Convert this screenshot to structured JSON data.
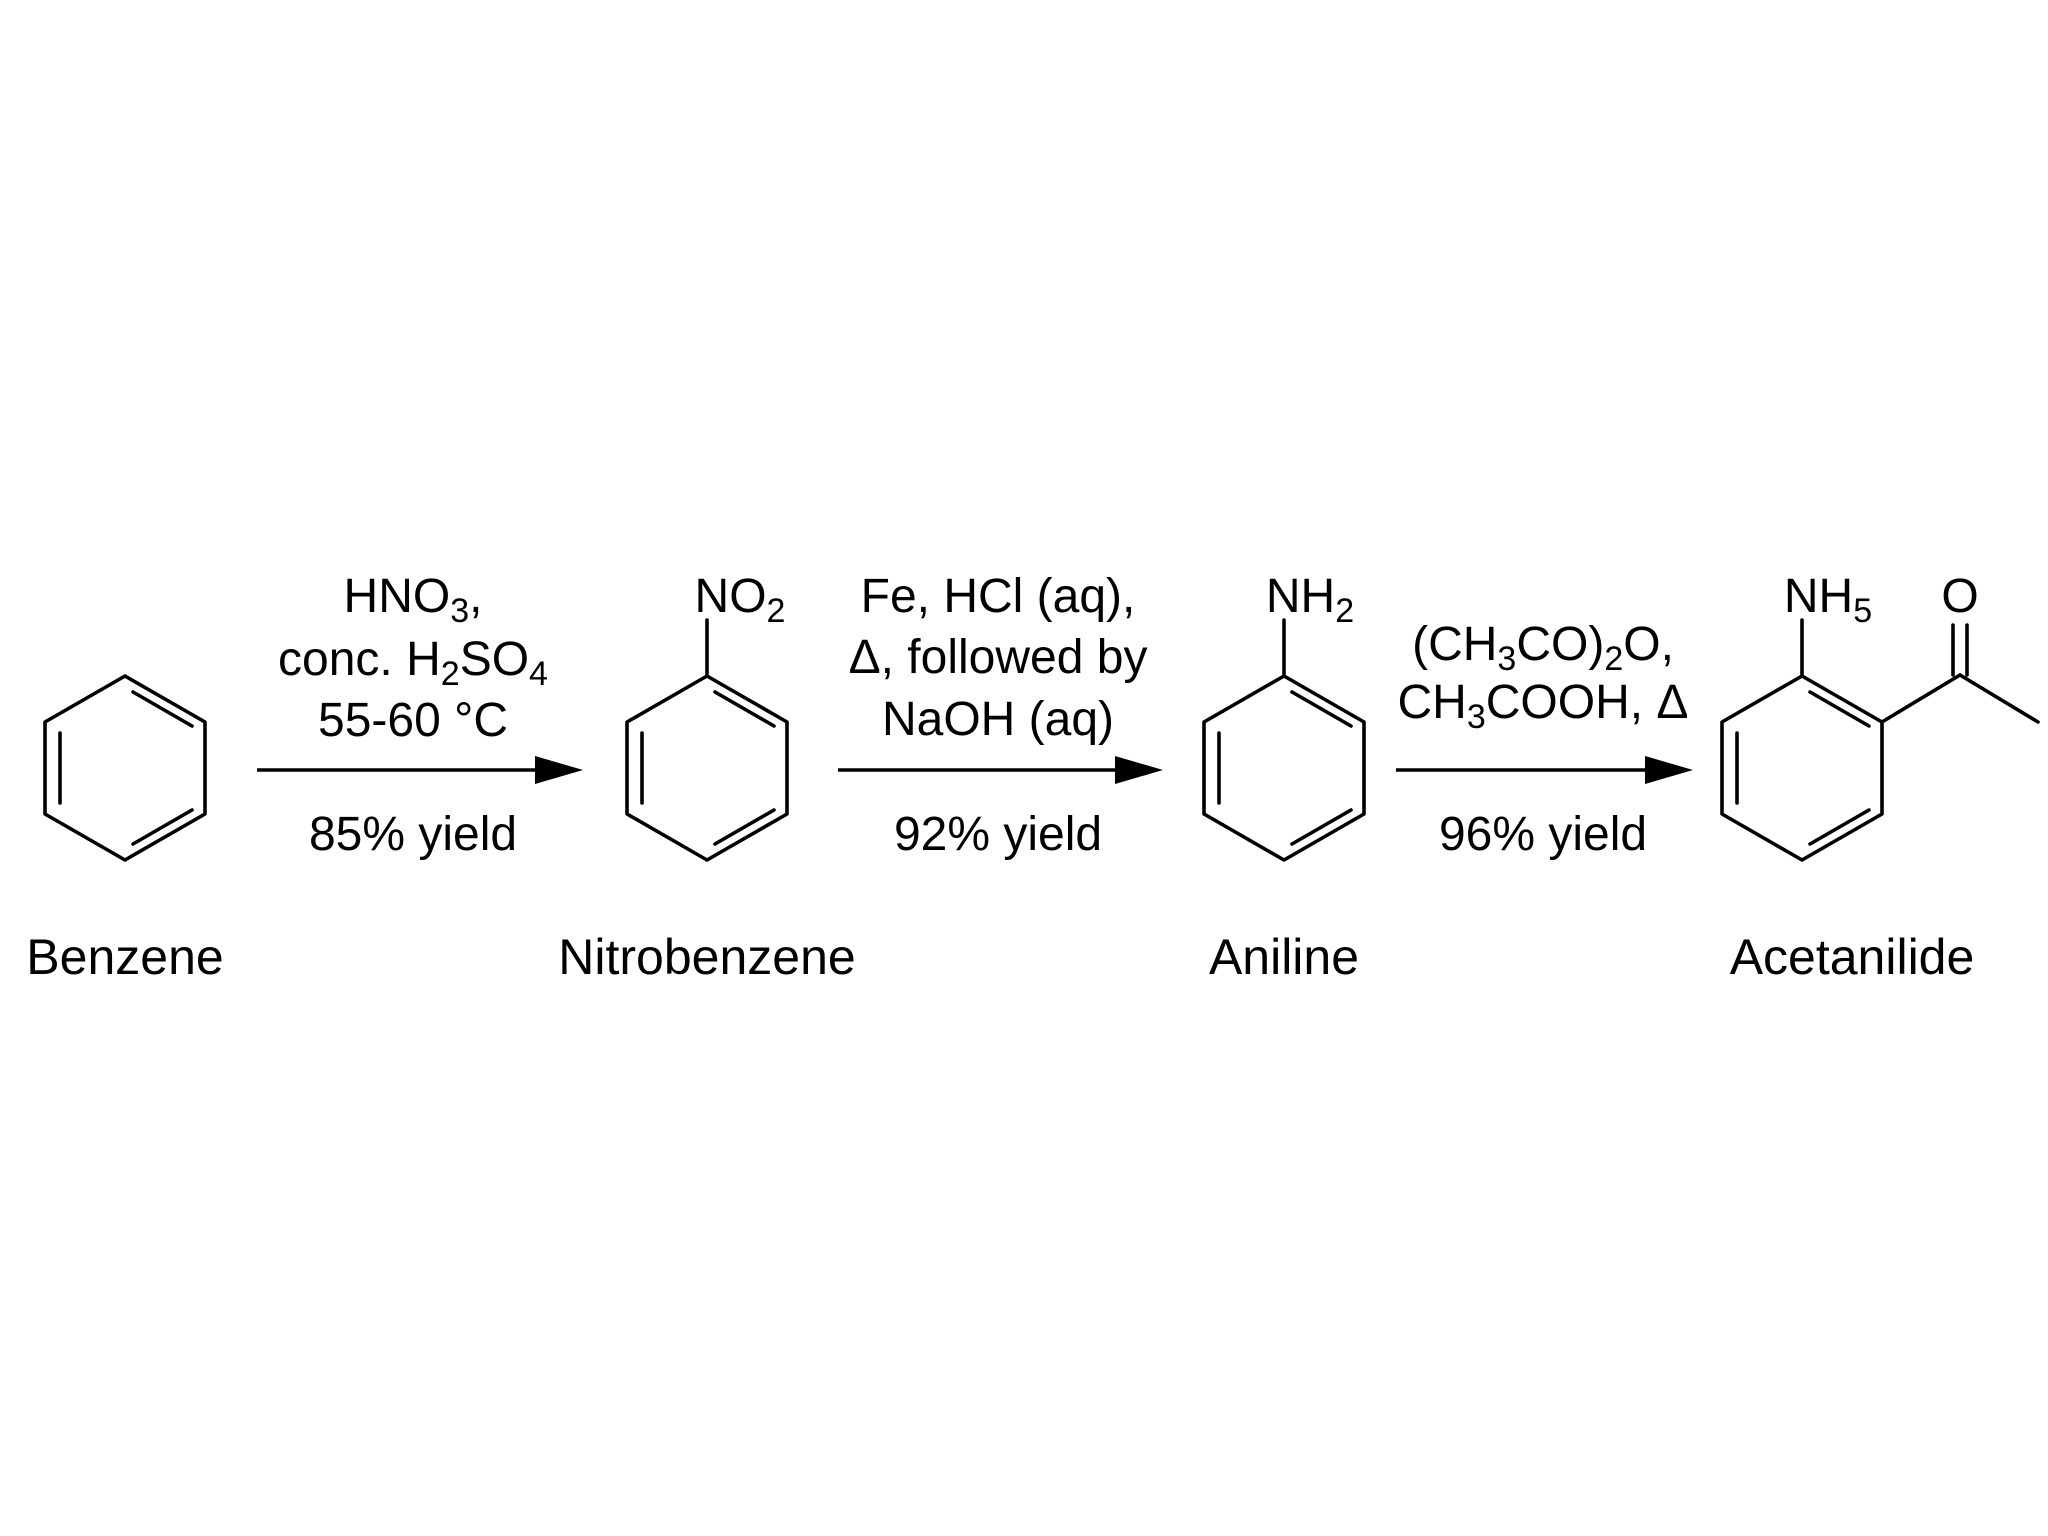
{
  "compounds": [
    {
      "id": "benzene",
      "name": "Benzene",
      "substituents": []
    },
    {
      "id": "nitrobenzene",
      "name": "Nitrobenzene",
      "substituents": [
        {
          "label": "NO",
          "subscript": "2"
        }
      ]
    },
    {
      "id": "aniline",
      "name": "Aniline",
      "substituents": [
        {
          "label": "NH",
          "subscript": "2"
        }
      ]
    },
    {
      "id": "acetanilide",
      "name": "Acetanilide",
      "substituents": [
        {
          "label": "NH",
          "subscript": "5"
        },
        {
          "label": "O"
        }
      ]
    }
  ],
  "steps": [
    {
      "id": "step1",
      "conditions": [
        [
          {
            "t": "HNO"
          },
          {
            "t": "3",
            "sub": true
          },
          {
            "t": ","
          }
        ],
        [
          {
            "t": "conc. H"
          },
          {
            "t": "2",
            "sub": true
          },
          {
            "t": "SO"
          },
          {
            "t": "4",
            "sub": true
          }
        ],
        [
          {
            "t": "55-60 °C"
          }
        ]
      ],
      "yield": "85% yield"
    },
    {
      "id": "step2",
      "conditions": [
        [
          {
            "t": "Fe, HCl (aq),"
          }
        ],
        [
          {
            "t": "Δ, followed by"
          }
        ],
        [
          {
            "t": "NaOH (aq)"
          }
        ]
      ],
      "yield": "92% yield"
    },
    {
      "id": "step3",
      "conditions": [
        [
          {
            "t": "(CH"
          },
          {
            "t": "3",
            "sub": true
          },
          {
            "t": "CO)"
          },
          {
            "t": "2",
            "sub": true
          },
          {
            "t": "O,"
          }
        ],
        [
          {
            "t": "CH"
          },
          {
            "t": "3",
            "sub": true
          },
          {
            "t": "COOH, Δ"
          }
        ]
      ],
      "yield": "96% yield"
    }
  ],
  "colors": {
    "ink": "#000000",
    "background": "#ffffff"
  }
}
